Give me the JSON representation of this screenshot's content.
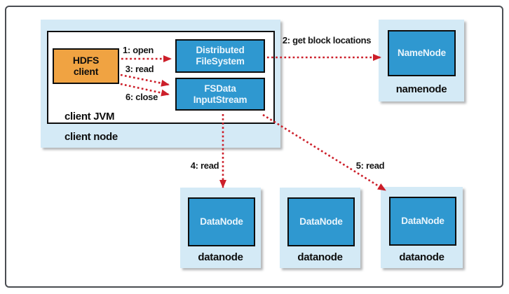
{
  "client_node": {
    "label": "client node",
    "jvm_label": "client JVM",
    "hdfs_client": {
      "line1": "HDFS",
      "line2": "client"
    },
    "distributed_filesystem": {
      "line1": "Distributed",
      "line2": "FileSystem"
    },
    "fsdata_inputstream": {
      "line1": "FSData",
      "line2": "InputStream"
    }
  },
  "namenode": {
    "box_label": "NameNode",
    "caption": "namenode"
  },
  "datanodes": [
    {
      "box_label": "DataNode",
      "caption": "datanode"
    },
    {
      "box_label": "DataNode",
      "caption": "datanode"
    },
    {
      "box_label": "DataNode",
      "caption": "datanode"
    }
  ],
  "arrows": {
    "open": "1: open",
    "get_block_locations": "2: get block locations",
    "read_stream": "3: read",
    "close": "6: close",
    "read_datanode1": "4: read",
    "read_datanode3": "5: read"
  },
  "colors": {
    "container_blue": "#d4eaf6",
    "component_blue": "#2f98d0",
    "hdfs_client_orange": "#f0a342",
    "arrow_red": "#cc1f2a"
  }
}
